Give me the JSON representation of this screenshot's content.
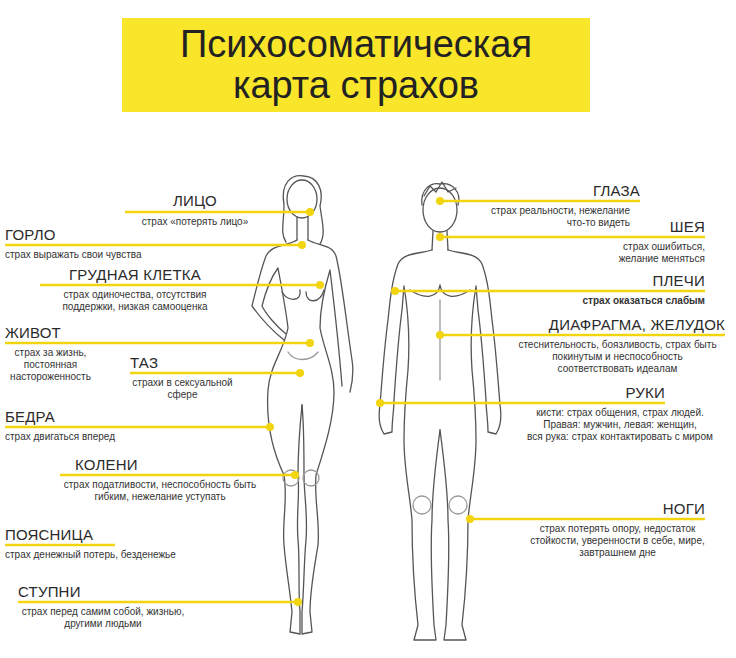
{
  "diagram": {
    "title": "Психосоматическая карта страхов",
    "labels": [
      "ЛИЦО",
      "страх «потерять лицо»",
      "ГЛАЗА",
      "страх реальности, нежелание что-то видеть",
      "ГОРЛО",
      "страх выражать свои чувства",
      "ШЕЯ",
      "страх ошибиться, желание меняться",
      "ГРУДНАЯ КЛЕТКА",
      "страх одиночества, отсутствия поддержки, низкая самооценка",
      "ПЛЕЧИ",
      "страх оказаться слабым",
      "ЖИВОТ",
      "страх за жизнь, постоянная настороженность",
      "ДИАФРАГМА, ЖЕЛУДОК",
      "стеснительность, боязливость, страх быть покинутым и неспособность соответствовать идеалам",
      "ТАЗ",
      "страхи в сексуальной сфере",
      "РУКИ",
      "кисти: страх общения, страх людей.",
      "Правая: мужчин, левая: женщин,",
      "вся рука: страх контактировать с миром",
      "БЕДРА",
      "страх двигаться вперед",
      "КОЛЕНИ",
      "страх податливости, неспособность быть гибким, нежелание уступать",
      "НОГИ",
      "страх потерять опору, недостаток стойкости, уверенности в себе, мире, завтрашнем дне",
      "ПОЯСНИЦА",
      "страх денежный потерь, безденежье",
      "СТУПНИ",
      "страх перед самим собой, жизнью, другими людьми"
    ]
  }
}
